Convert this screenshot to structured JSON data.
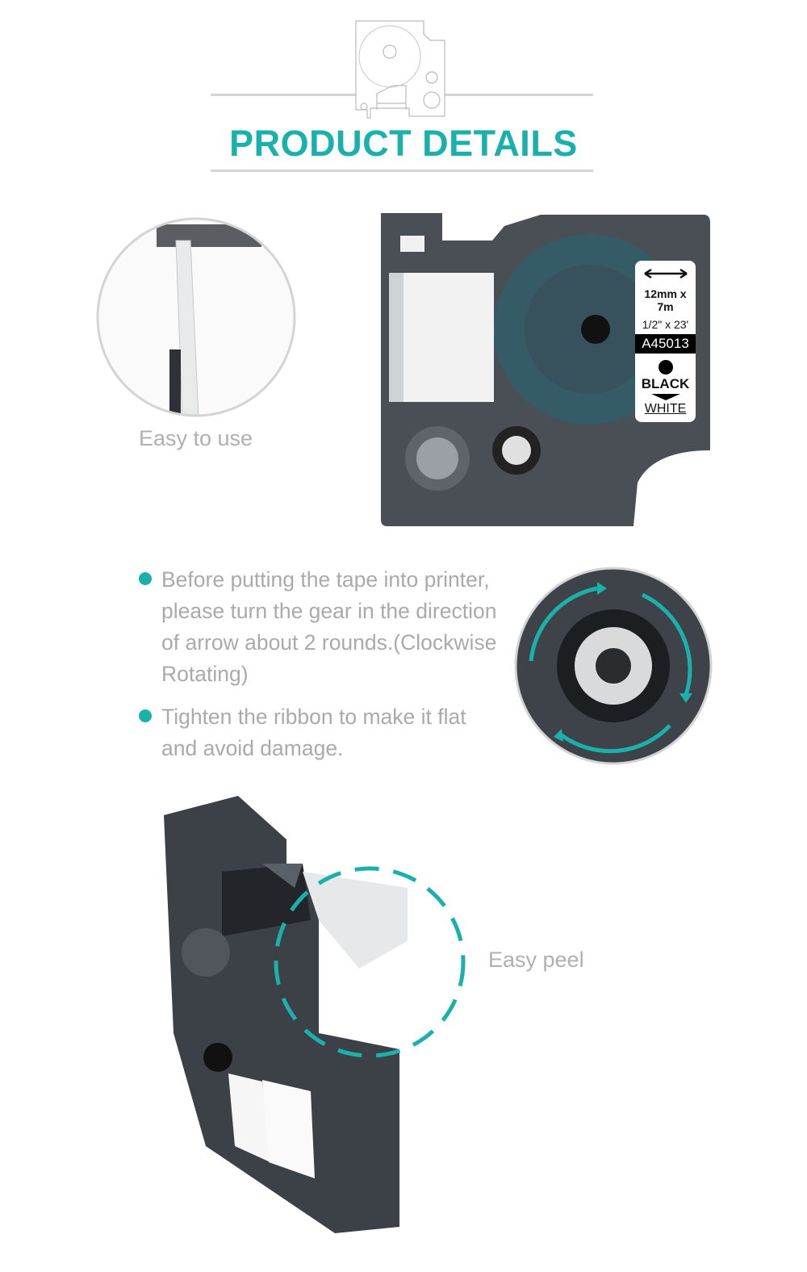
{
  "header": {
    "title": "PRODUCT DETAILS",
    "icon": "tape-cassette-outline-icon"
  },
  "feature_easy_use": {
    "caption": "Easy to use"
  },
  "cassette_label": {
    "size_metric": "12mm x 7m",
    "size_imperial": "1/2\" x 23'",
    "model": "A45013",
    "text_color": "BLACK",
    "tape_color": "WHITE"
  },
  "instructions": [
    {
      "text": "Before putting the tape into printer, please turn the gear in the direction of arrow about 2 rounds.(Clockwise Rotating)"
    },
    {
      "text": "Tighten the ribbon to make it flat and avoid damage."
    }
  ],
  "feature_easy_peel": {
    "caption": "Easy peel"
  },
  "colors": {
    "accent": "#1ab1ac",
    "cassette": "#4a4f56",
    "text_gray": "#aaaaaa"
  }
}
